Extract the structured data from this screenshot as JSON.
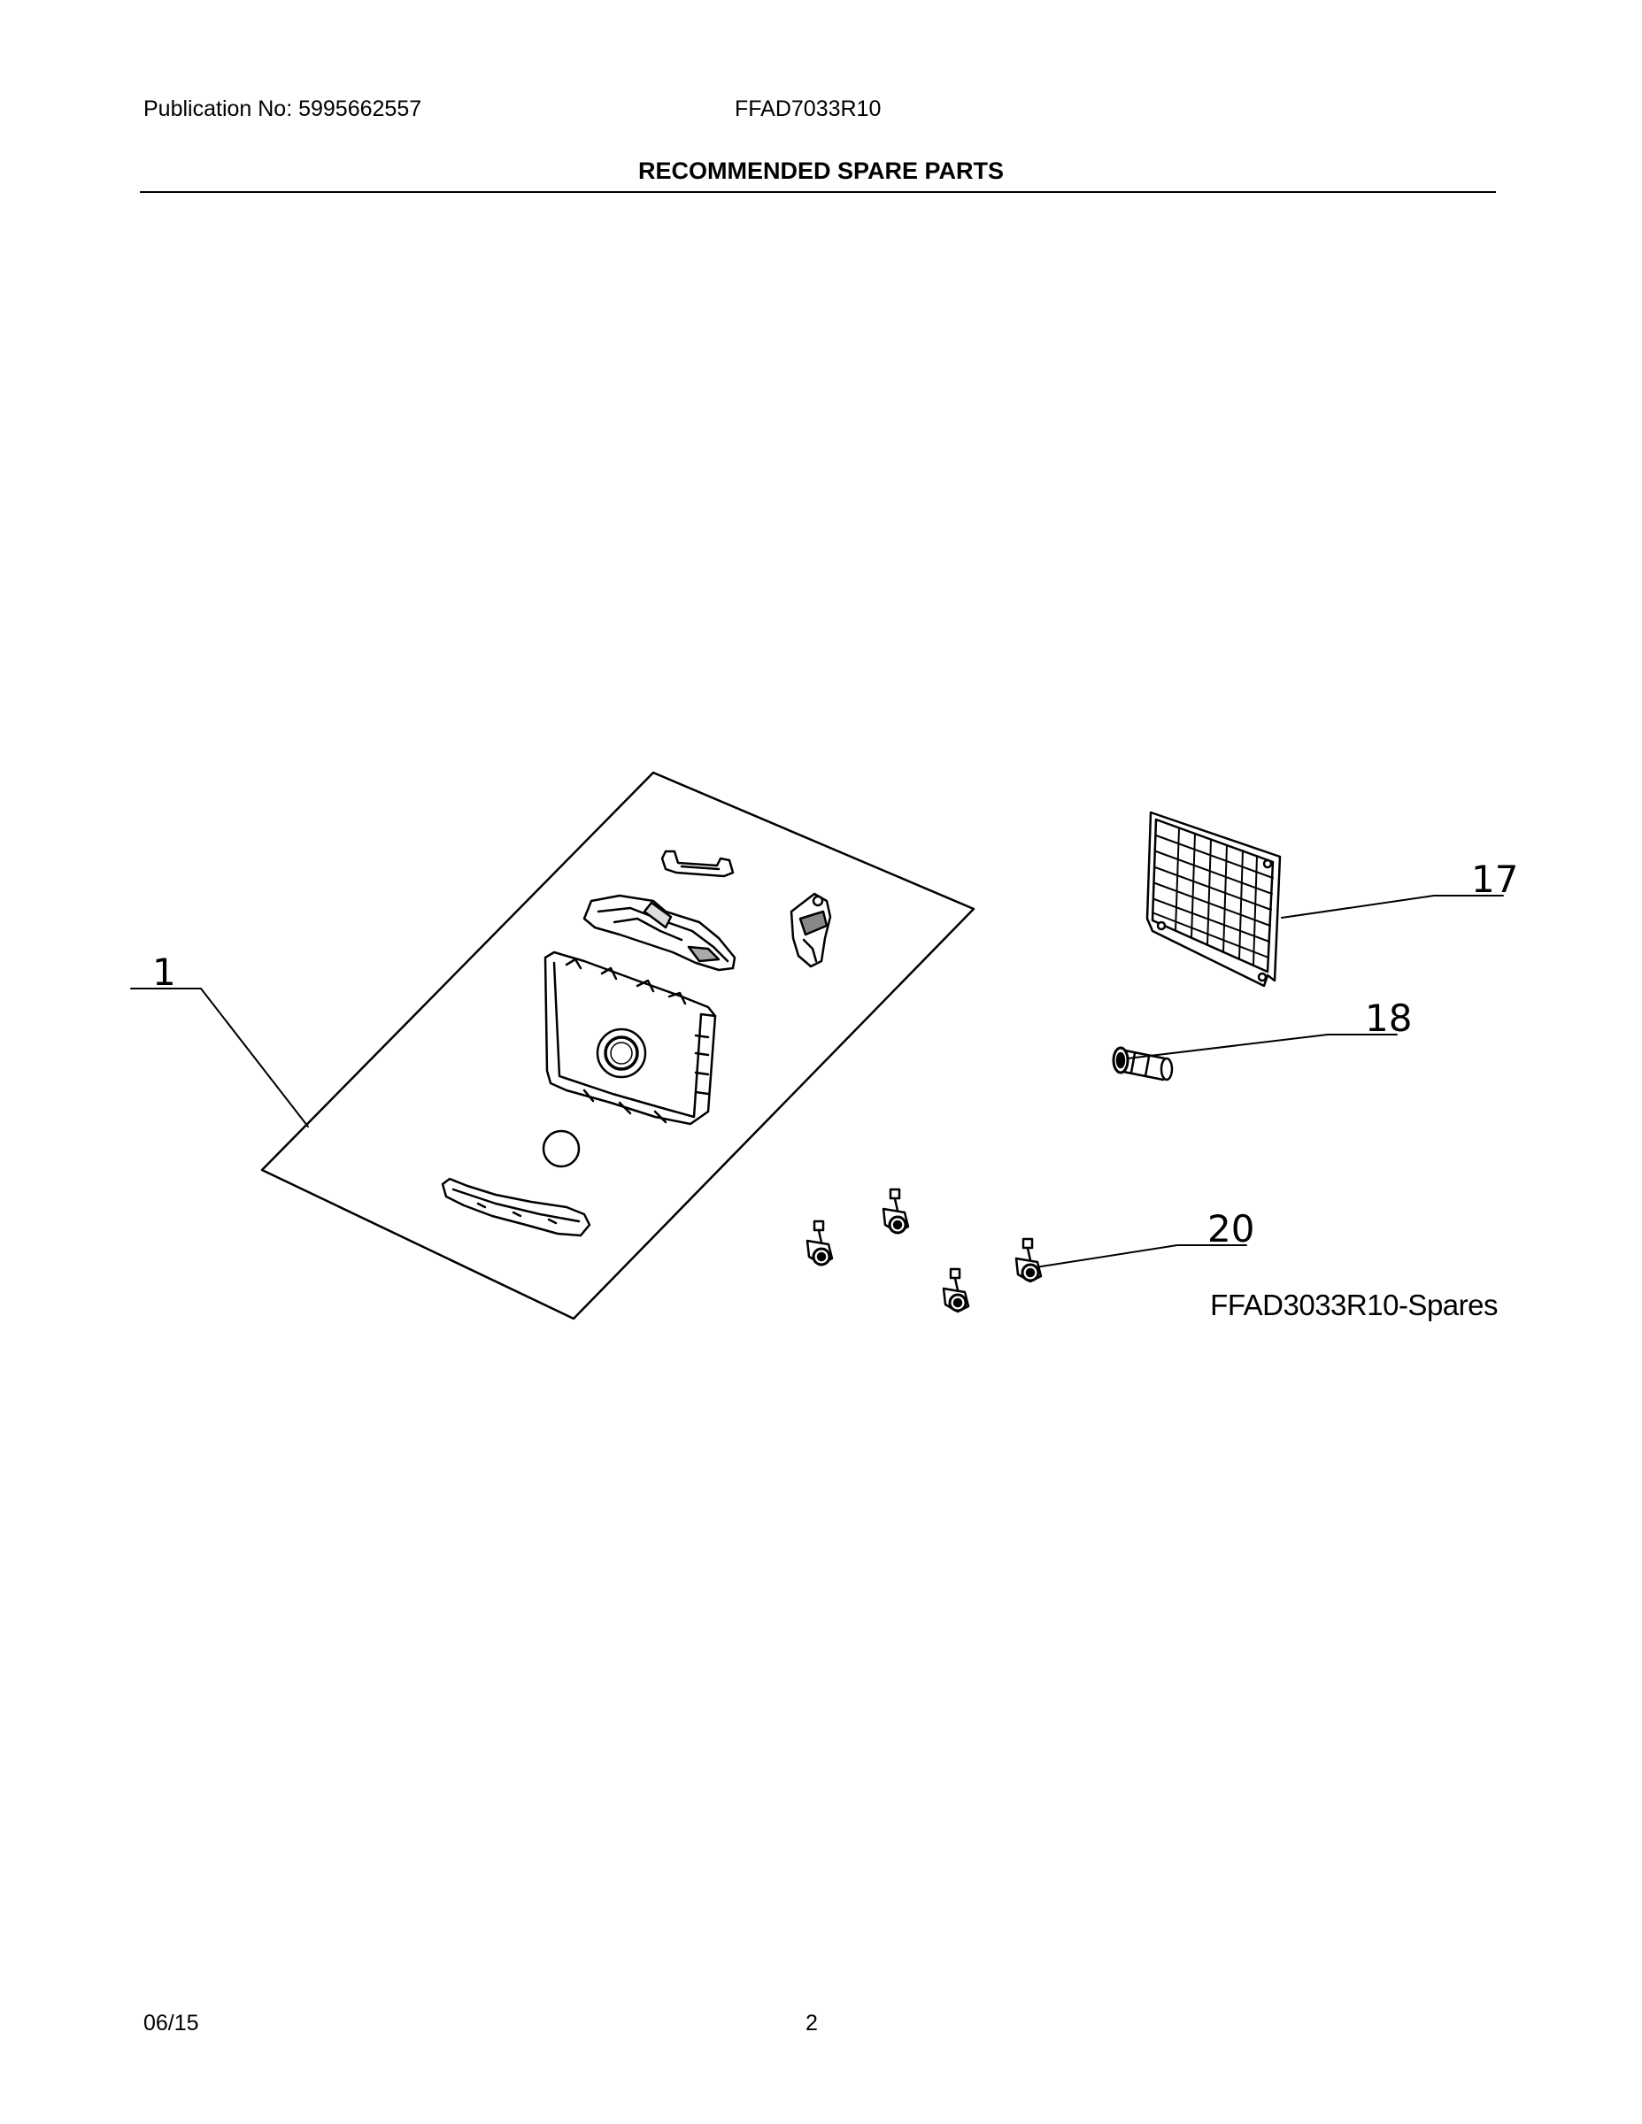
{
  "header": {
    "publication": "Publication No: 5995662557",
    "model": "FFAD7033R10",
    "section_title": "RECOMMENDED SPARE PARTS"
  },
  "diagram": {
    "callouts": [
      {
        "number": "1",
        "part": "parts-bag-kit"
      },
      {
        "number": "17",
        "part": "air-filter-grille"
      },
      {
        "number": "18",
        "part": "drain-hose-connector"
      },
      {
        "number": "20",
        "part": "caster-wheels"
      }
    ],
    "sheet_label": "FFAD3033R10-Spares"
  },
  "footer": {
    "date": "06/15",
    "page": "2"
  }
}
